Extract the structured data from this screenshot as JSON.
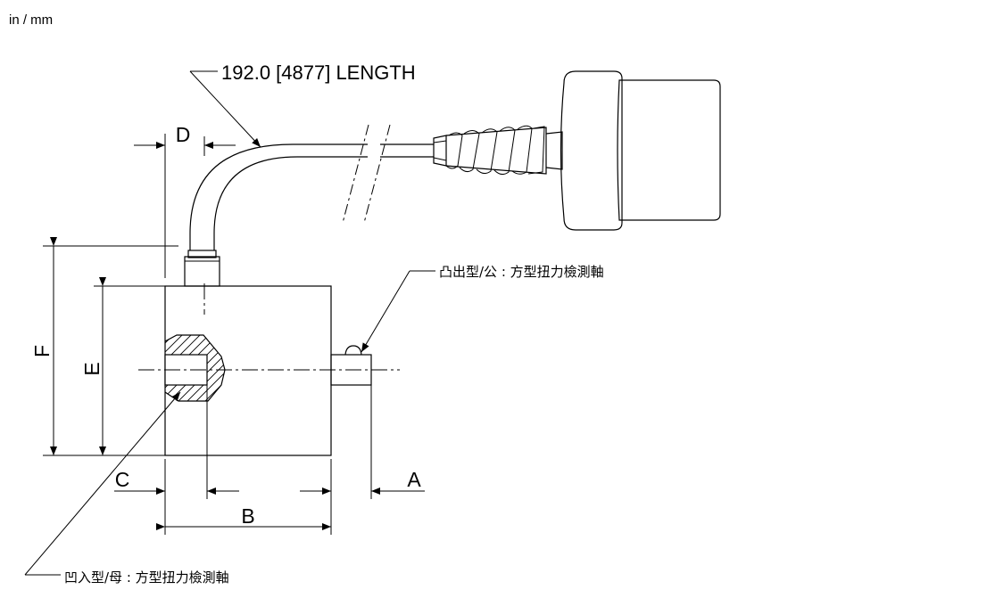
{
  "units": "in / mm",
  "cable_length": "192.0 [4877] LENGTH",
  "dims": {
    "a": "A",
    "b": "B",
    "c": "C",
    "d": "D",
    "e": "E",
    "f": "F"
  },
  "male_label": "凸出型/公 : 方型扭力檢測軸",
  "female_label": "凹入型/母 : 方型扭力檢測軸"
}
